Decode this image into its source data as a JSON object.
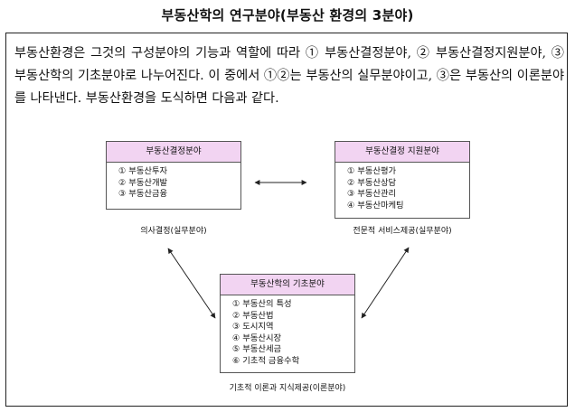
{
  "title": "부동산학의 연구분야(부동산 환경의 3분야)",
  "intro": "부동산환경은 그것의 구성분야의 기능과 역할에 따라 ① 부동산결정분야, ② 부동산결정지원분야, ③ 부동산학의 기초분야로 나누어진다. 이 중에서 ①②는 부동산의 실무분야이고, ③은 부동산의 이론분야를 나타낸다. 부동산환경을 도식하면 다음과 같다.",
  "boxes": {
    "decision": {
      "header": "부동산결정분야",
      "items": [
        "① 부동산투자",
        "② 부동산개발",
        "③ 부동산금융"
      ],
      "caption": "의사결정(실무분야)"
    },
    "support": {
      "header": "부동산결정 지원분야",
      "items": [
        "① 부동산평가",
        "② 부동산상담",
        "③ 부동산관리",
        "④ 부동산마케팅"
      ],
      "caption": "전문적 서비스제공(실무분야)"
    },
    "basic": {
      "header": "부동산학의 기초분야",
      "items": [
        "① 부동산의 특성",
        "② 부동산법",
        "③ 도시지역",
        "④ 부동산시장",
        "⑤ 부동산세금",
        "⑥ 기초적 금융수학"
      ],
      "caption": "기초적 이론과 지식제공(이론분야)"
    }
  },
  "colors": {
    "header_fill": "#f2d4f2",
    "border": "#555555"
  }
}
